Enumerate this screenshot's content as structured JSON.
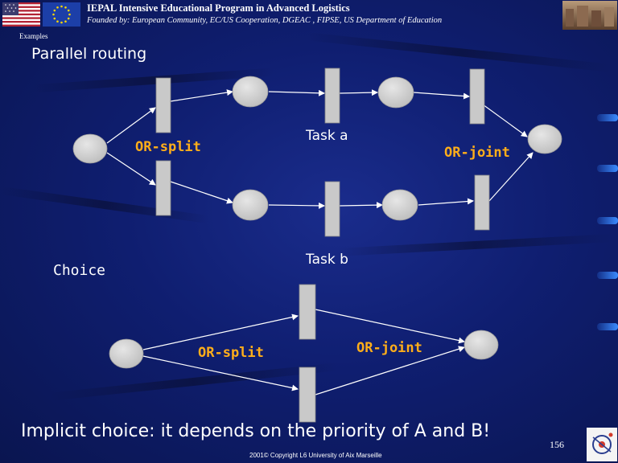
{
  "header": {
    "title": "IEPAL Intensive Educational Program in Advanced Logistics",
    "subtitle": "Founded by: European Community, EC/US Cooperation, DGEAC , FIPSE, US Department of Education"
  },
  "breadcrumb": "Examples",
  "sections": {
    "parallel_title": "Parallel routing",
    "choice_title": "Choice"
  },
  "labels": {
    "task_a": "Task a",
    "task_b": "Task b",
    "or_split_1": "OR-split",
    "or_joint_1": "OR-joint",
    "or_split_2": "OR-split",
    "or_joint_2": "OR-joint"
  },
  "footer": {
    "text": "Implicit choice: it depends on the priority of A and B!",
    "page_number": "156",
    "copyright": "2001© Copyright  L6 University of Aix Marseille"
  },
  "colors": {
    "accent_label": "#ffae1a",
    "node_fill": "#d9d9d9"
  }
}
